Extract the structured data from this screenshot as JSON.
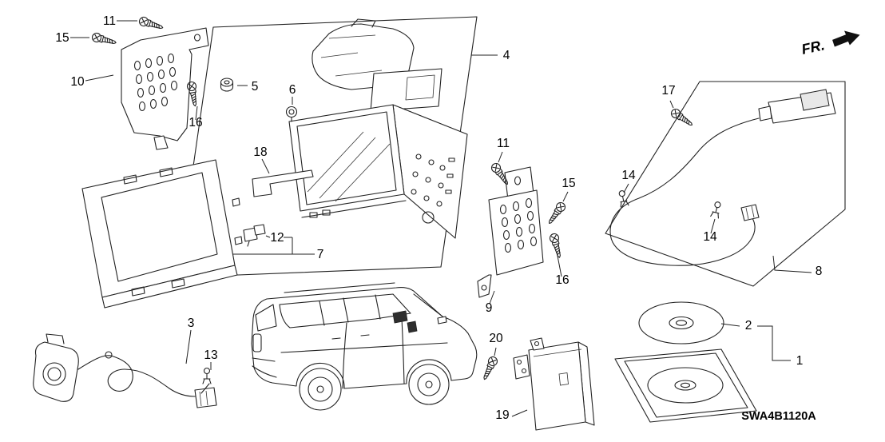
{
  "diagram": {
    "part_code": "SWA4B1120A",
    "direction_indicator": "FR.",
    "callouts": {
      "screw_11_left": "11",
      "screw_15_left": "15",
      "bracket_10": "10",
      "screw_16_left": "16",
      "nut_5": "5",
      "grommet_6": "6",
      "box_4": "4",
      "bracket_18": "18",
      "connector_12": "12",
      "display_7": "7",
      "camera_3": "3",
      "clip_13": "13",
      "screw_11_right": "11",
      "screw_15_right": "15",
      "screw_16_right": "16",
      "bracket_9": "9",
      "clip_14_a": "14",
      "clip_14_b": "14",
      "screw_17": "17",
      "antenna_8": "8",
      "disc_2": "2",
      "case_1": "1",
      "screw_20": "20",
      "module_19": "19"
    }
  }
}
